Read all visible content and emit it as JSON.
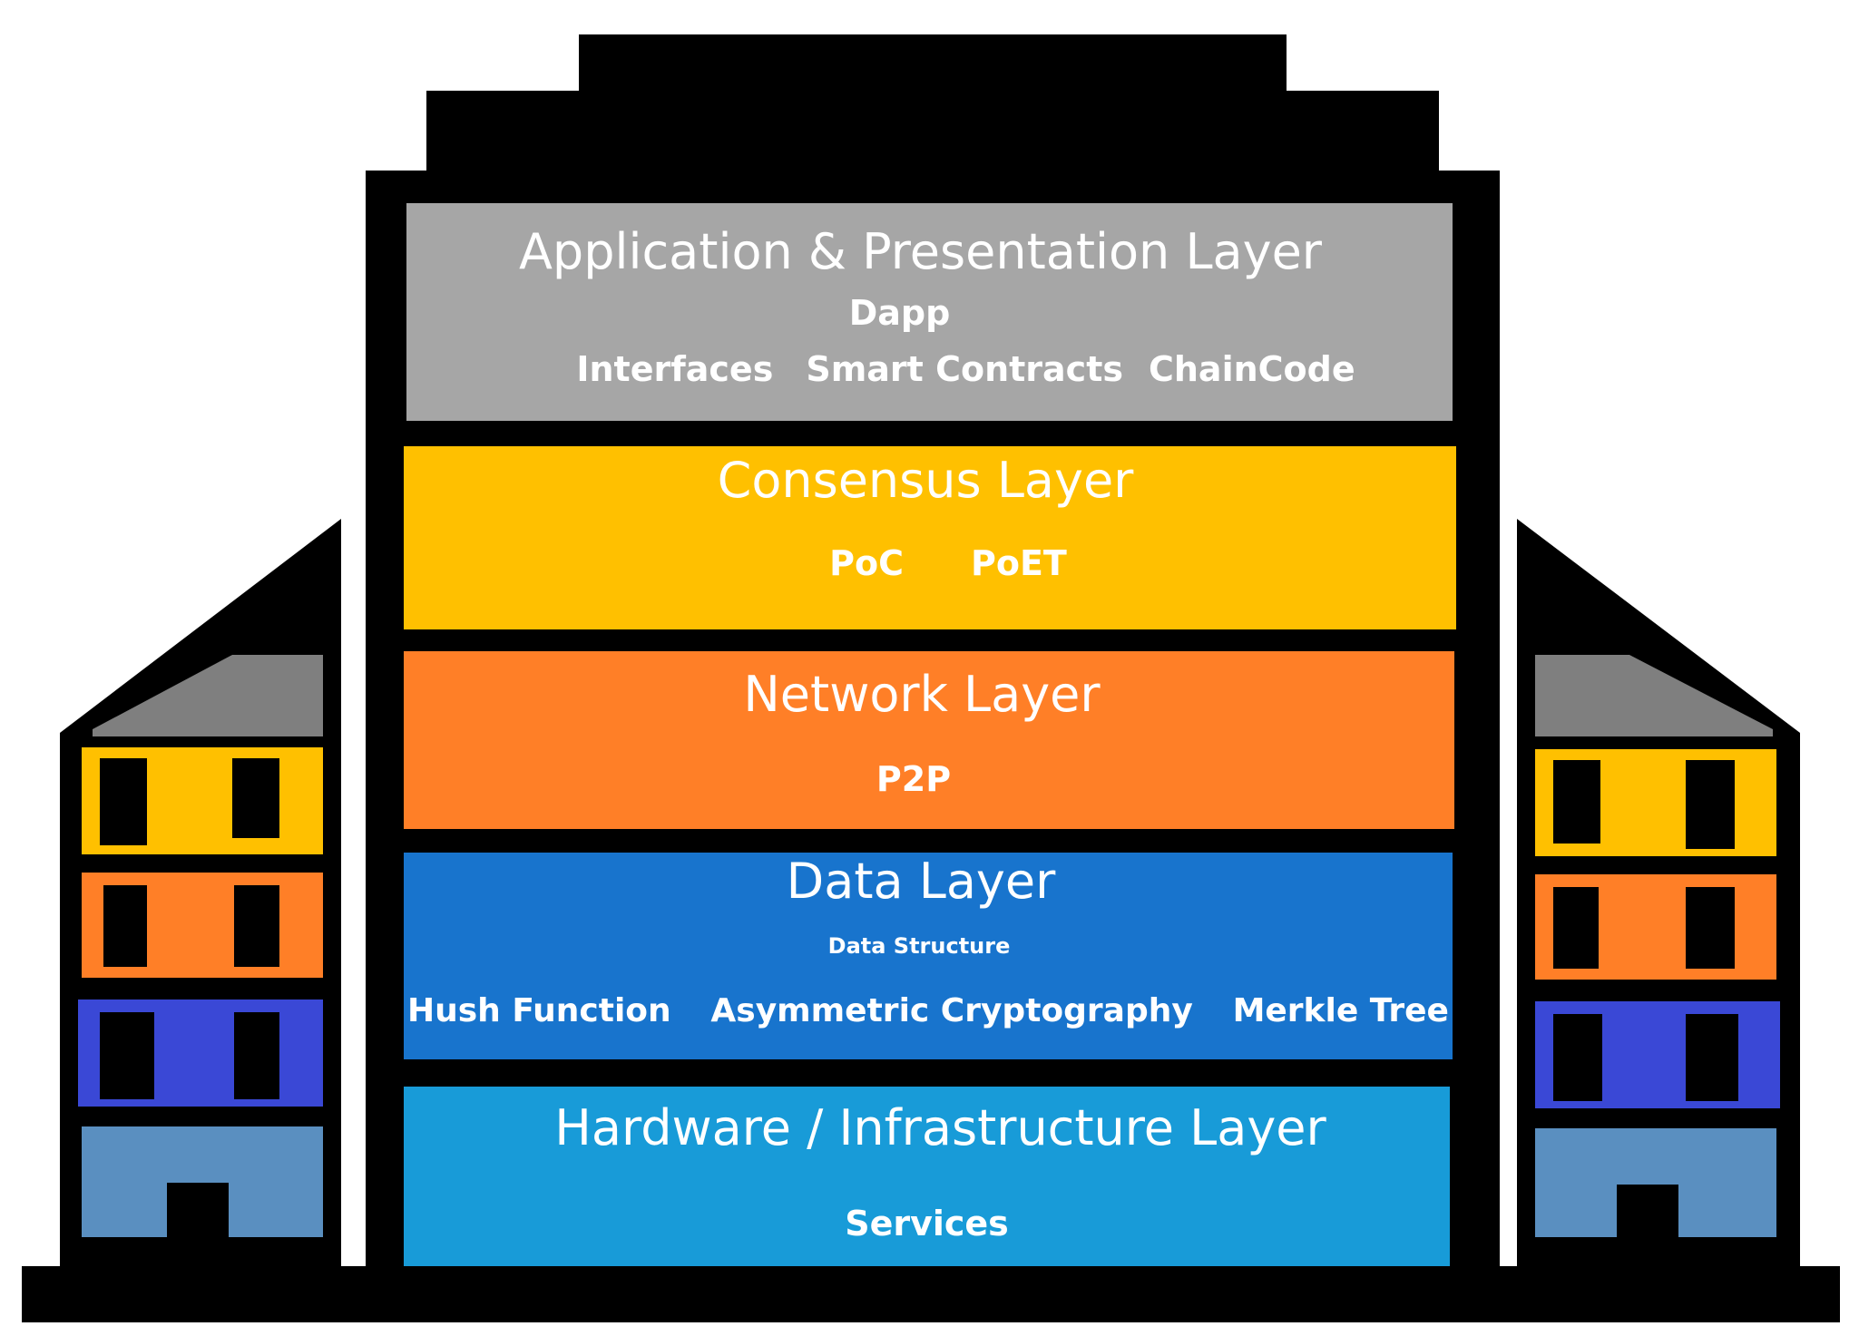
{
  "colors": {
    "frame": "#000000",
    "application": "#a6a6a6",
    "consensus": "#ffc000",
    "network": "#ff7f27",
    "data": "#1874cd",
    "hardware": "#189bd8",
    "side_roof": "#7f7f7f",
    "side_floor_yellow": "#ffc000",
    "side_floor_orange": "#ff7f27",
    "side_floor_blue": "#3a48d6",
    "side_floor_steel": "#5a8fc0"
  },
  "layers": {
    "application": {
      "title": "Application  & Presentation Layer",
      "subtitle": "Dapp",
      "items": [
        "Interfaces",
        "Smart Contracts",
        "ChainCode"
      ]
    },
    "consensus": {
      "title": "Consensus Layer",
      "items": [
        "PoC",
        "PoET"
      ]
    },
    "network": {
      "title": "Network Layer",
      "subtitle": "P2P"
    },
    "data": {
      "title": "Data Layer",
      "subtitle": "Data Structure",
      "items": [
        "Hush Function",
        "Asymmetric Cryptography",
        "Merkle Tree"
      ]
    },
    "hardware": {
      "title": "Hardware / Infrastructure Layer",
      "subtitle": "Services"
    }
  }
}
